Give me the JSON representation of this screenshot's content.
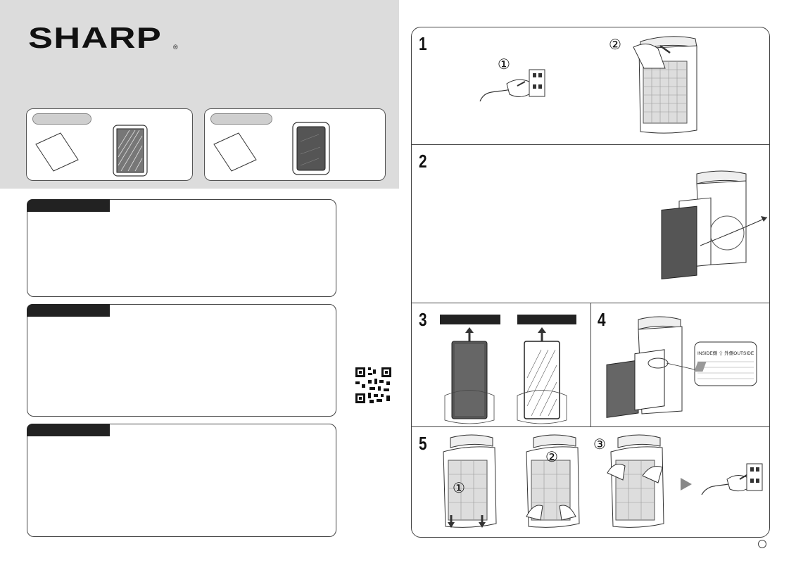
{
  "brand": {
    "logo_text": "SHARP",
    "registered_mark": "®"
  },
  "steps": [
    {
      "number": "1",
      "substeps": [
        "①",
        "②"
      ]
    },
    {
      "number": "2"
    },
    {
      "number": "3"
    },
    {
      "number": "4",
      "filter_label": "INSIDE側 ⇧ 外側OUTSIDE"
    },
    {
      "number": "5",
      "substeps": [
        "①",
        "②",
        "③"
      ]
    }
  ],
  "colors": {
    "header_bg": "#dcdcdc",
    "ink": "#222222",
    "label_bar": "#222222"
  },
  "icons": [
    "qr-code-icon",
    "arrow-right-icon",
    "power-plug-icon",
    "circle-icon"
  ]
}
